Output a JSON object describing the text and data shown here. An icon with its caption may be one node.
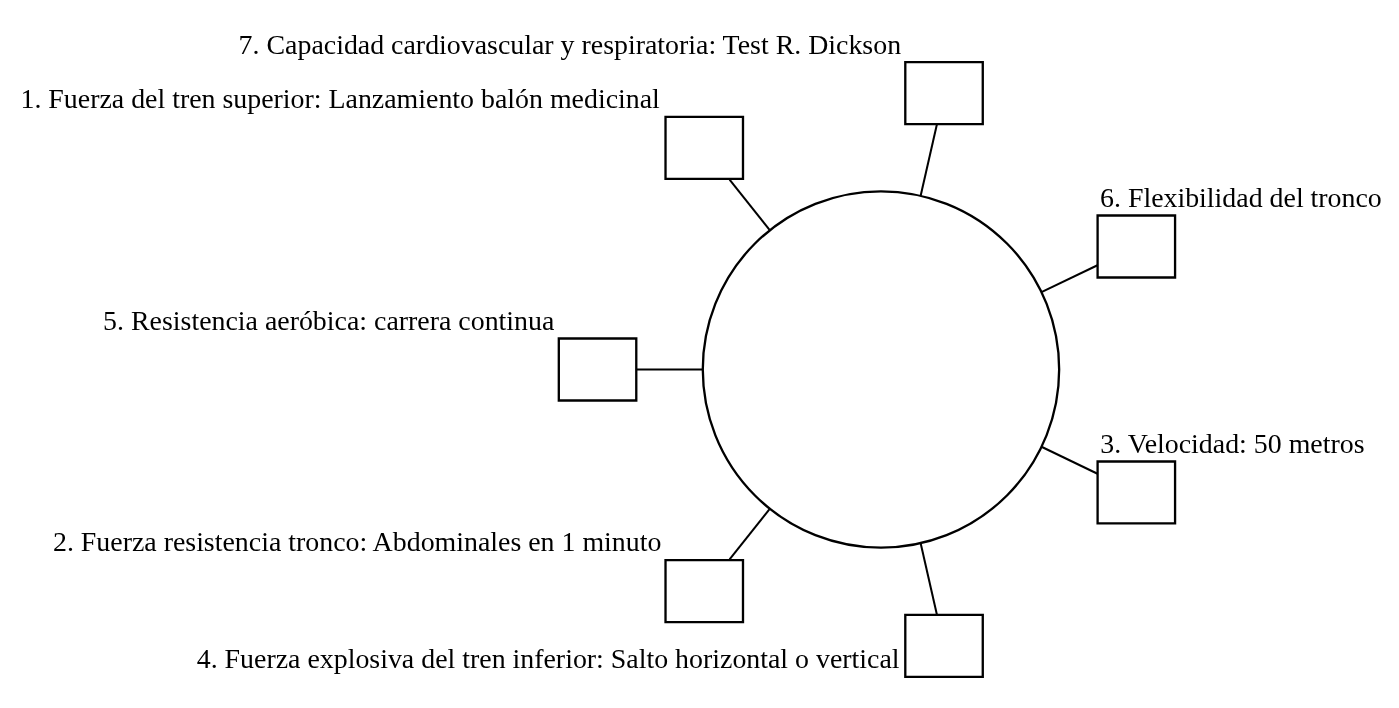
{
  "diagram": {
    "nodes": [
      {
        "text": [],
        "shape": "circle"
      },
      {
        "text": [],
        "shape": "box",
        "beside": [
          "6. Flexibilidad del tronco"
        ]
      },
      {
        "text": [],
        "shape": "box",
        "beside": [
          "7. Capacidad cardiovascular y respiratoria: Test R. Dickson"
        ]
      },
      {
        "text": [],
        "shape": "box",
        "beside": [
          "1. Fuerza del tren superior: Lanzamiento balón medicinal"
        ]
      },
      {
        "text": [],
        "shape": "box",
        "beside": [
          "5. Resistencia aeróbica: carrera continua"
        ]
      },
      {
        "text": [],
        "shape": "box",
        "beside": [
          "2. Fuerza resistencia tronco: Abdominales en 1 minuto"
        ]
      },
      {
        "text": [],
        "shape": "box",
        "beside": [
          "4. Fuerza explosiva del tren inferior: Salto horizontal o vertical"
        ]
      },
      {
        "text": [],
        "shape": "box",
        "beside": [
          "3. Velocidad: 50 metros"
        ]
      }
    ],
    "edges": [
      {
        "from": 0,
        "to": 1,
        "arrow": "none"
      },
      {
        "from": 0,
        "to": 2,
        "arrow": "none"
      },
      {
        "from": 0,
        "to": 3,
        "arrow": "none"
      },
      {
        "from": 0,
        "to": 4,
        "arrow": "none"
      },
      {
        "from": 0,
        "to": 5,
        "arrow": "none"
      },
      {
        "from": 0,
        "to": 6,
        "arrow": "none"
      },
      {
        "from": 0,
        "to": 7,
        "arrow": "none"
      }
    ]
  }
}
